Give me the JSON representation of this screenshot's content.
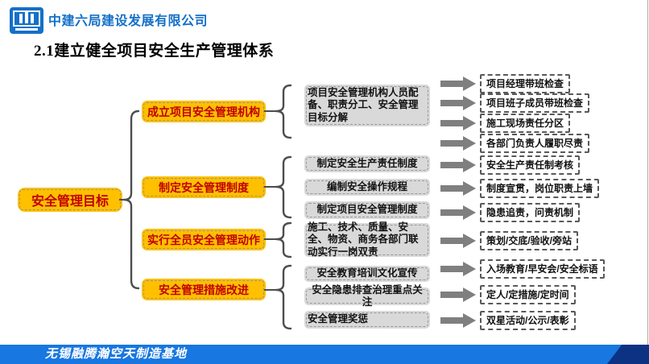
{
  "header": {
    "company": "中建六局建设发展有限公司",
    "title": "2.1建立健全项目安全生产管理体系"
  },
  "diagram": {
    "root": {
      "label": "安全管理目标"
    },
    "groups": [
      {
        "category": "成立项目安全管理机构",
        "measures": [
          "项目安全管理机构人员配备、职责分工、安全管理目标分解"
        ],
        "outcomes": [
          "项目经理带班检查",
          "项目班子成员带班检查",
          "施工现场责任分区",
          "各部门负责人履职尽责"
        ]
      },
      {
        "category": "制定安全管理制度",
        "measures": [
          "制定安全生产责任制度",
          "编制安全操作规程",
          "制定项目安全管理制度"
        ],
        "outcomes": [
          "安全生产责任制考核",
          "制度宣贯，岗位职责上墙",
          "隐患追责，问责机制"
        ]
      },
      {
        "category": "实行全员安全管理动作",
        "measures": [
          "施工、技术、质量、安全、物资、商务各部门联动实行一岗双责"
        ],
        "outcomes": [
          "策划/交底/验收/旁站"
        ]
      },
      {
        "category": "安全管理措施改进",
        "measures": [
          "安全教育培训文化宣传",
          "安全隐患排查治理重点关注",
          "安全管理奖惩"
        ],
        "outcomes": [
          "入场教育/早安会/安全标语",
          "定人/定措施/定时间",
          "双星活动/公示/表彰"
        ]
      }
    ],
    "colors": {
      "category_bg": "#FFC000",
      "category_text": "#C00000",
      "measure_bg": "#D9D9D9",
      "arrow": "#7F7F7F",
      "dashed_border": "#595959",
      "brace": "#4D4D4D"
    }
  },
  "footer": {
    "project": "无锡融腾瀚空天制造基地",
    "bar_color": "#1877E0"
  }
}
